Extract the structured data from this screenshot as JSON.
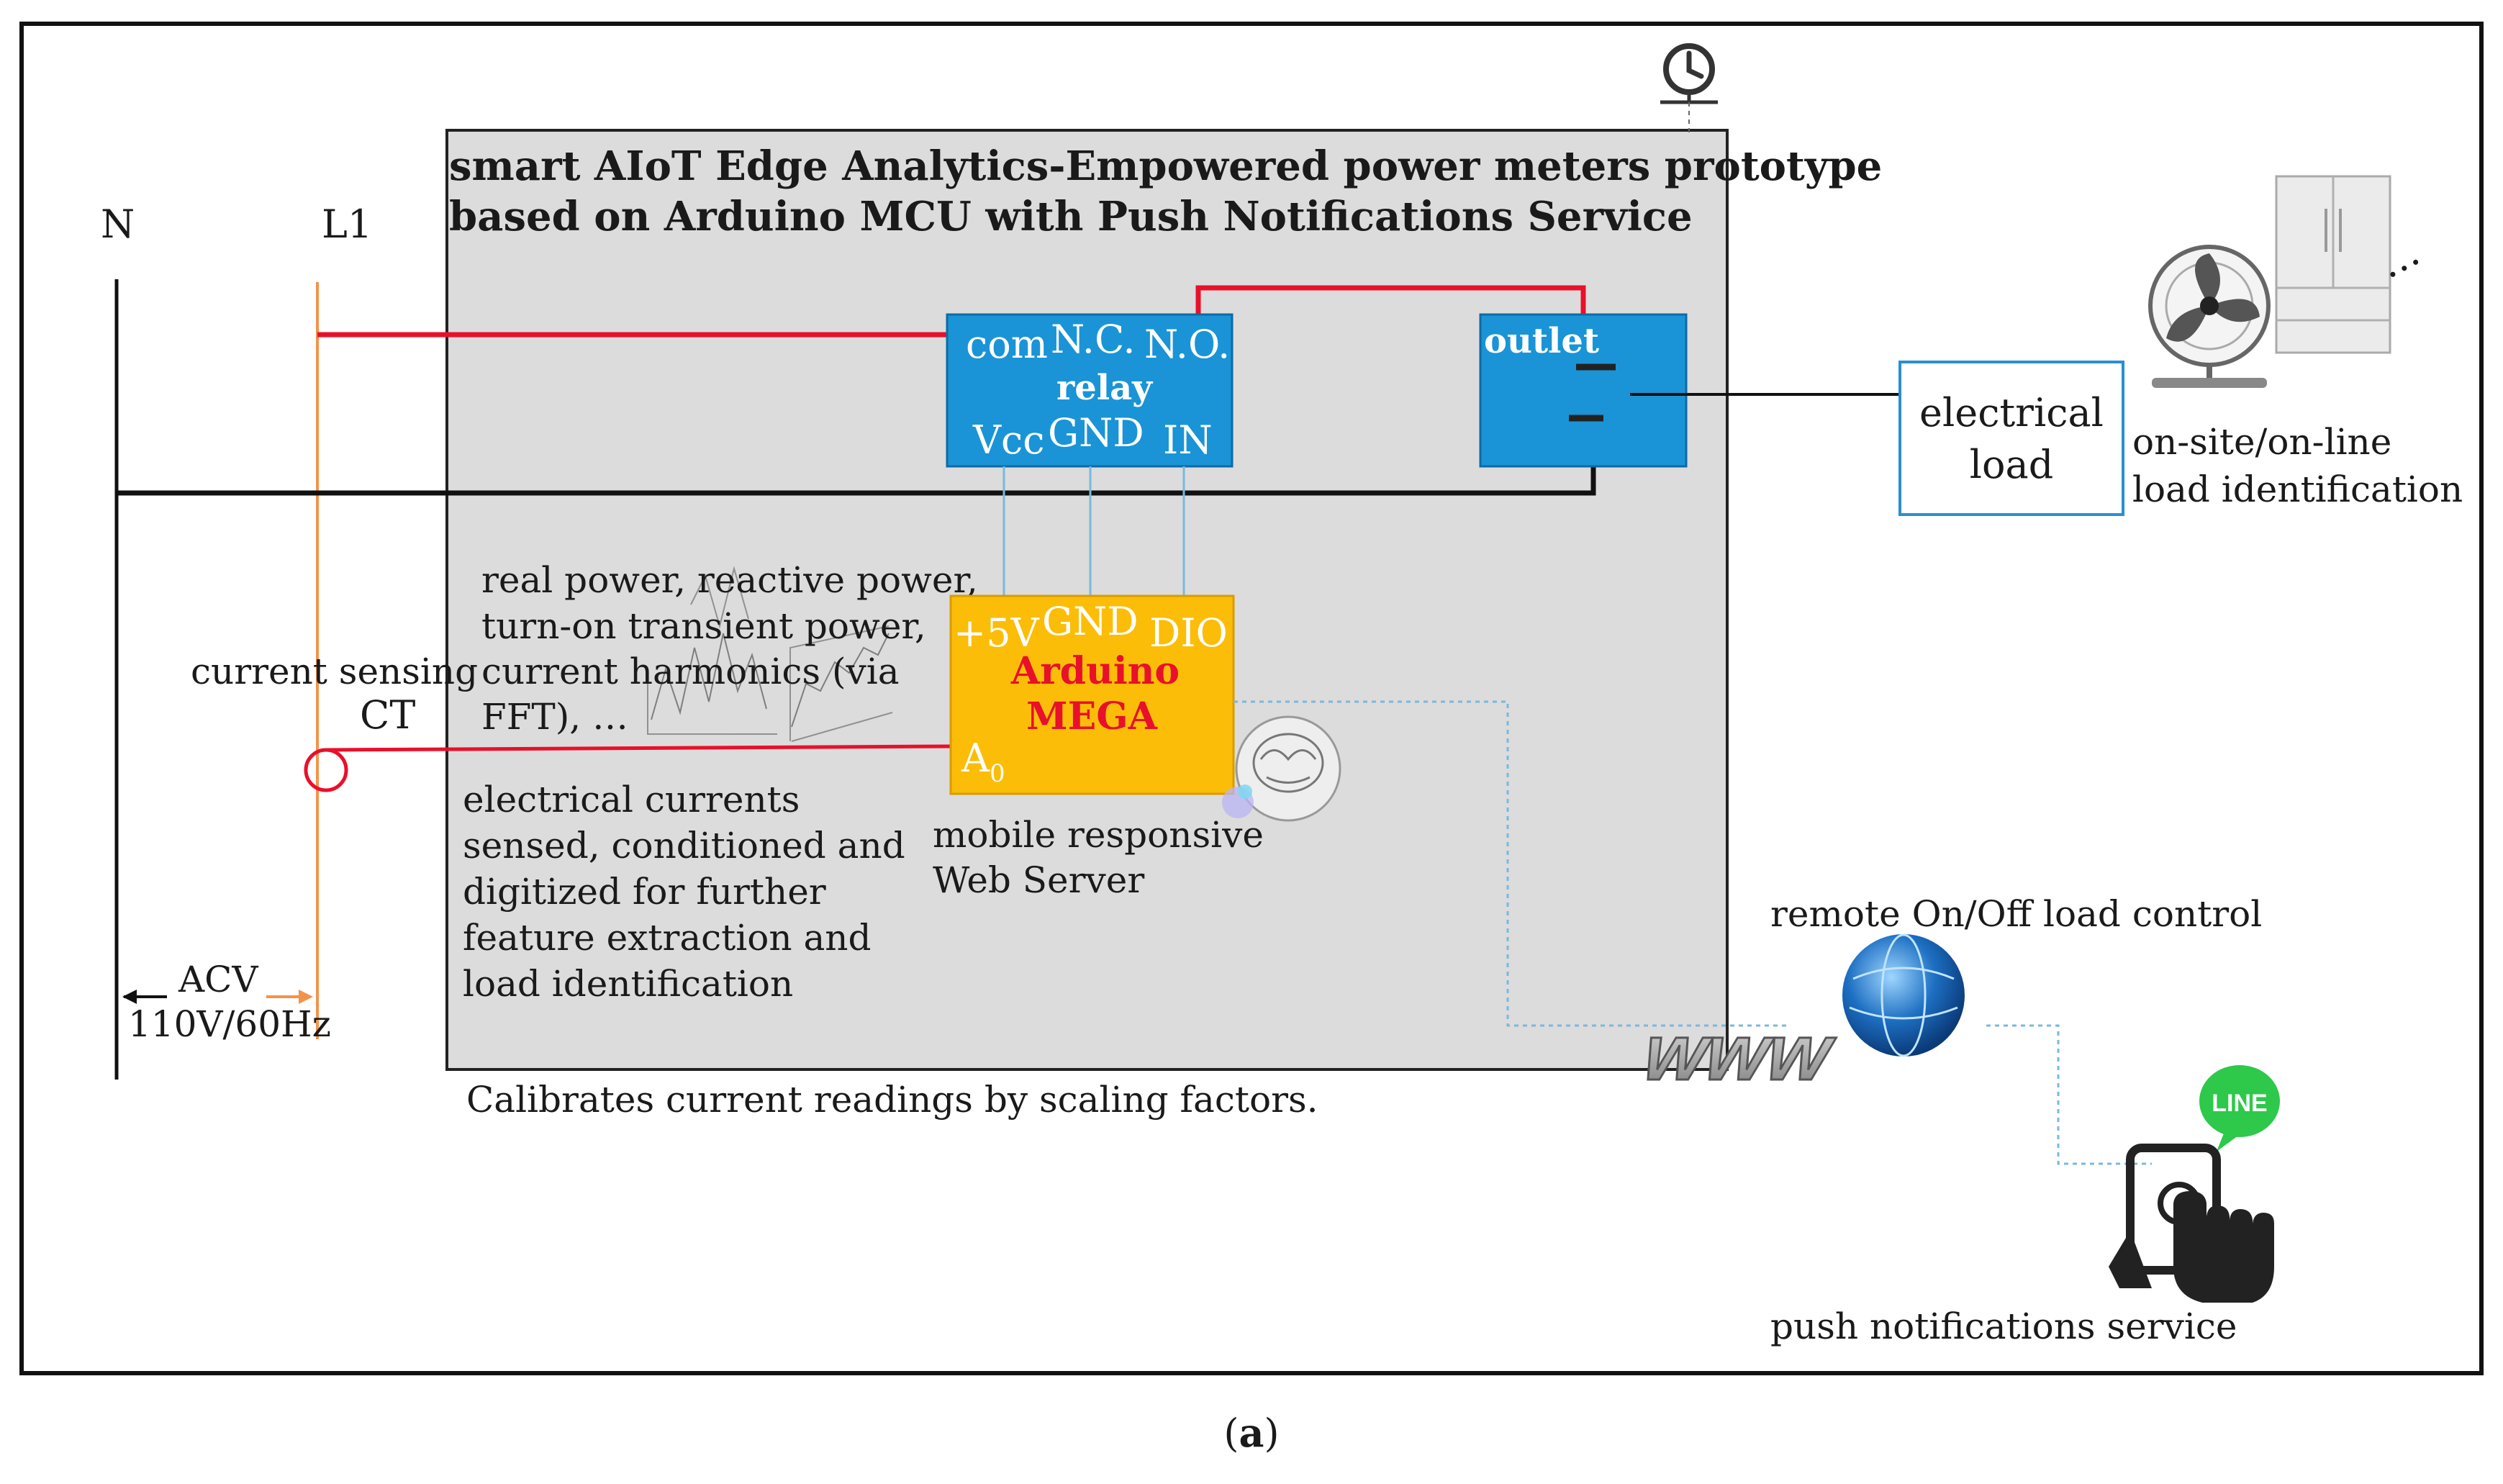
{
  "title_lines": [
    "smart AIoT Edge Analytics-Empowered power meters prototype",
    "based on Arduino MCU with Push Notifications Service"
  ],
  "lines": {
    "neutral": "N",
    "live": "L1"
  },
  "relay": {
    "com": "com",
    "nc": "N.C.",
    "no": "N.O.",
    "name": "relay",
    "vcc": "Vcc",
    "gnd": "GND",
    "in": "IN"
  },
  "outlet": {
    "label": "outlet"
  },
  "arduino": {
    "p5v": "+5V",
    "gnd": "GND",
    "dio": "DIO",
    "name1": "Arduino",
    "name2": "MEGA",
    "a0": "A",
    "a0_sub": "0"
  },
  "features_lines": [
    "real power, reactive power,",
    "turn-on transient power,",
    "current harmonics (via",
    "FFT), …"
  ],
  "sensing": {
    "label": "current sensing",
    "ct": "CT"
  },
  "currents_lines": [
    "electrical currents",
    "sensed, conditioned and",
    "digitized for further",
    "feature extraction and",
    "load identification"
  ],
  "web_server_lines": [
    "mobile responsive",
    "Web Server"
  ],
  "acv": {
    "label": "ACV",
    "value": "110V/60Hz"
  },
  "calibration": "Calibrates current readings by scaling factors.",
  "electrical_load_lines": [
    "electrical",
    "load"
  ],
  "load_id_lines": [
    "on-site/on-line",
    "load identification"
  ],
  "ellipsis": "…",
  "remote_control": "remote On/Off load control",
  "www": "www",
  "line_app": "LINE",
  "push": "push notifications service",
  "caption": {
    "letter": "a"
  },
  "colors": {
    "panel": "#dcdcdc",
    "relay_blue": "#1a94d6",
    "arduino_gold": "#fbbd08",
    "wire_red": "#e8102b",
    "wire_orange": "#f2934a",
    "line_green": "#2ec84a"
  }
}
